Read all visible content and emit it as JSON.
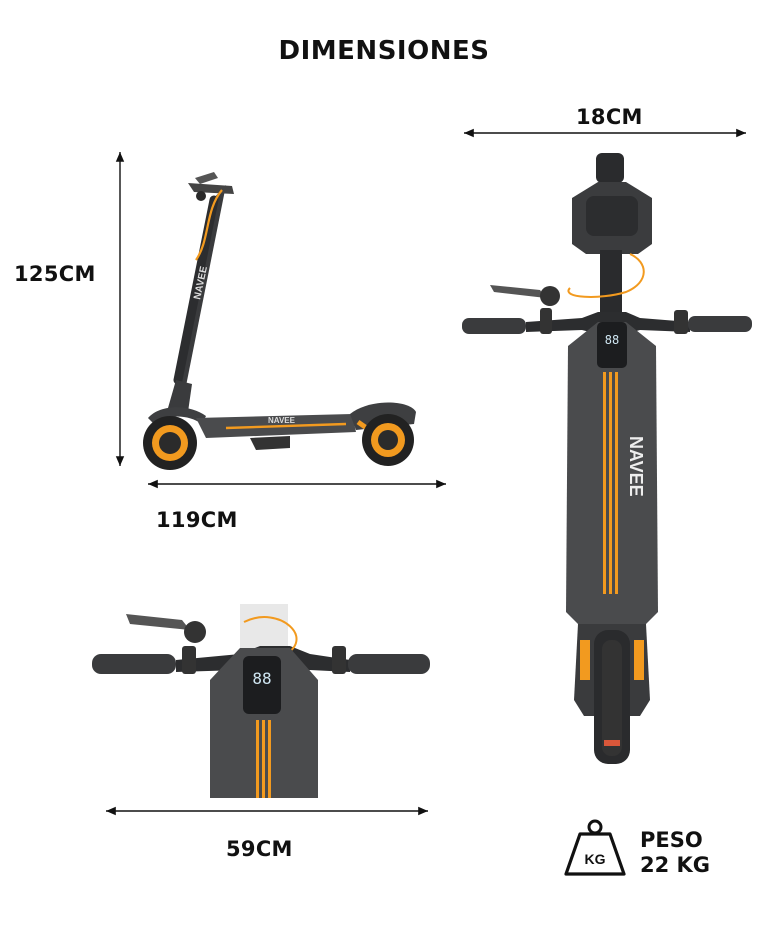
{
  "title": "DIMENSIONES",
  "dimensions": {
    "height_label": "125CM",
    "length_label": "119CM",
    "width_top_label": "18CM",
    "handlebar_label": "59CM"
  },
  "weight": {
    "icon_text": "KG",
    "label": "PESO",
    "value": "22 KG"
  },
  "brand_text": "NAVEE",
  "display_digits": "88",
  "colors": {
    "accent": "#f29a1f",
    "frame": "#3a3b3d",
    "deck": "#4a4b4d",
    "tire": "#222222",
    "arrow": "#111111"
  }
}
